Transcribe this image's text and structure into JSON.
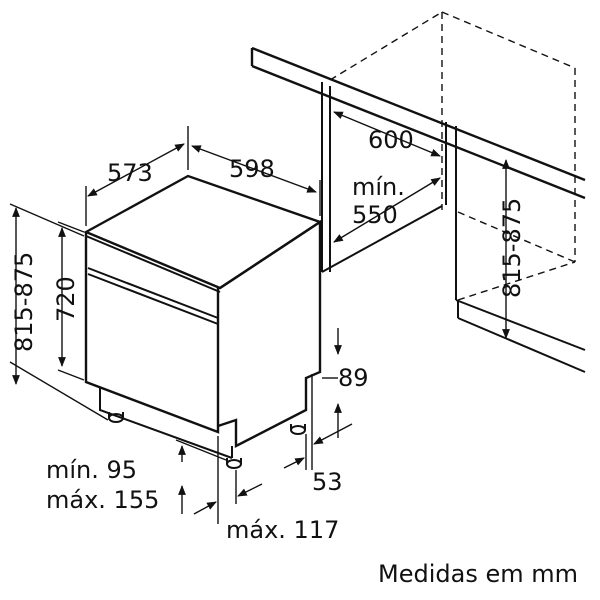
{
  "labels": {
    "depth": "573",
    "width": "598",
    "niche_depth": "600",
    "min_width_line1": "mín.",
    "min_width_line2": "550",
    "height_range_left": "815-875",
    "height_body": "720",
    "height_range_right": "815-875",
    "plinth_89": "89",
    "plinth_53": "53",
    "foot_min_line": "mín. 95",
    "foot_max_line": "máx. 155",
    "max_117": "máx. 117",
    "units_note": "Medidas em mm"
  }
}
